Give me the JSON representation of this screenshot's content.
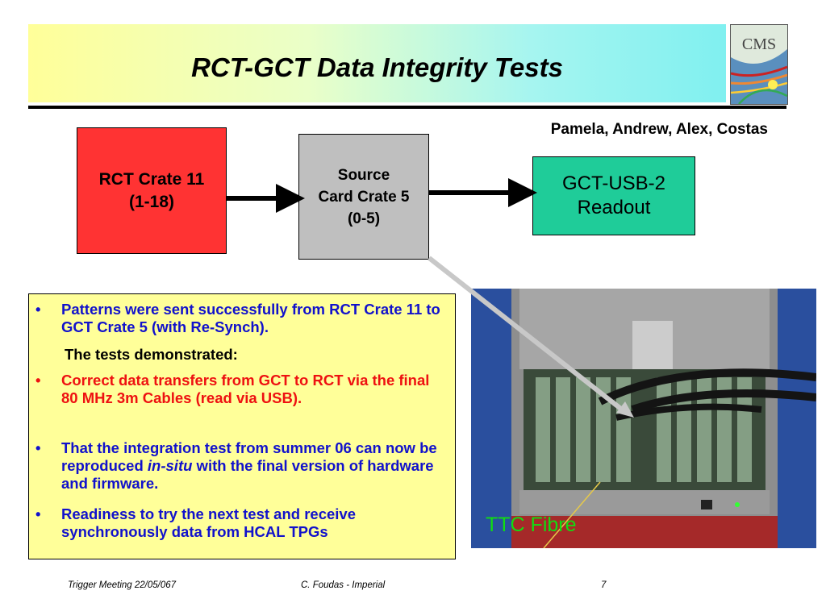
{
  "title": "RCT-GCT Data Integrity Tests",
  "authors": "Pamela, Andrew, Alex, Costas",
  "logo_text": "CMS",
  "diagram": {
    "rct_box": {
      "line1": "RCT Crate 11",
      "line2": "(1-18)"
    },
    "source_box": {
      "line1": "Source",
      "line2": "Card Crate 5",
      "line3": "(0-5)"
    },
    "gct_box": {
      "line1": "GCT-USB-2",
      "line2": "Readout"
    }
  },
  "photo_label": "TTC Fibre",
  "bullets": {
    "item1": "Patterns were sent successfully from RCT Crate 11 to GCT Crate 5 (with Re-Synch).",
    "subheading": "The tests demonstrated:",
    "item2": "Correct data transfers from GCT to RCT via the final 80 MHz  3m Cables (read via USB).",
    "item3_pre": "That the integration test from summer 06 can now be reproduced ",
    "item3_em": "in-situ",
    "item3_post": " with the final version of hardware and firmware.",
    "item4": "Readiness to try the next test and receive synchronously data from HCAL TPGs",
    "bullet_char": "•"
  },
  "footer": {
    "left": "Trigger Meeting 22/05/067",
    "center": "C. Foudas - Imperial",
    "page": "7"
  },
  "colors": {
    "rct_fill": "#ff3333",
    "source_fill": "#bfbfbf",
    "gct_fill": "#1fcc99",
    "bullet_blue": "#1111cc",
    "bullet_red": "#ee1111",
    "ttc_green": "#11dd11"
  }
}
